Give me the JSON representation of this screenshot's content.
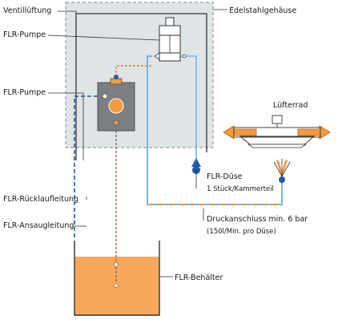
{
  "labels": {
    "ventillueftung": "Ventillüftung",
    "edelstahlgehaeuse": "Edelstahlgehäuse",
    "flr_pumpe_1": "FLR-Pumpe",
    "flr_pumpe_2": "FLR-Pumpe",
    "luefterrad": "Lüfterrad",
    "flr_duese": "FLR-Düse",
    "duese_info": "1 Stück/Kammerteil",
    "ruecklaufleitung": "FLR-Rücklaufleitung",
    "ansaugleitung": "FLR-Ansaugleitung",
    "druckanschluss": "Druckanschluss min. 6 bar",
    "druckanschluss_info": "(150l/Min. pro Düse)",
    "behaelter": "FLR-Behälter"
  },
  "colors": {
    "housing_fill": "#dfe4e6",
    "pump_fill": "#7b7f83",
    "orange": "#f39a3b",
    "fluid": "#f8a85a",
    "blue": "#1f5aa6",
    "light_blue": "#74b5e4",
    "dark_line": "#333333"
  },
  "icons": {
    "valve": "solenoid-valve-icon",
    "pump": "pump-icon",
    "fan": "fan-wheel-icon",
    "nozzle": "spray-nozzle-icon",
    "check_valve": "check-valve-icon"
  }
}
